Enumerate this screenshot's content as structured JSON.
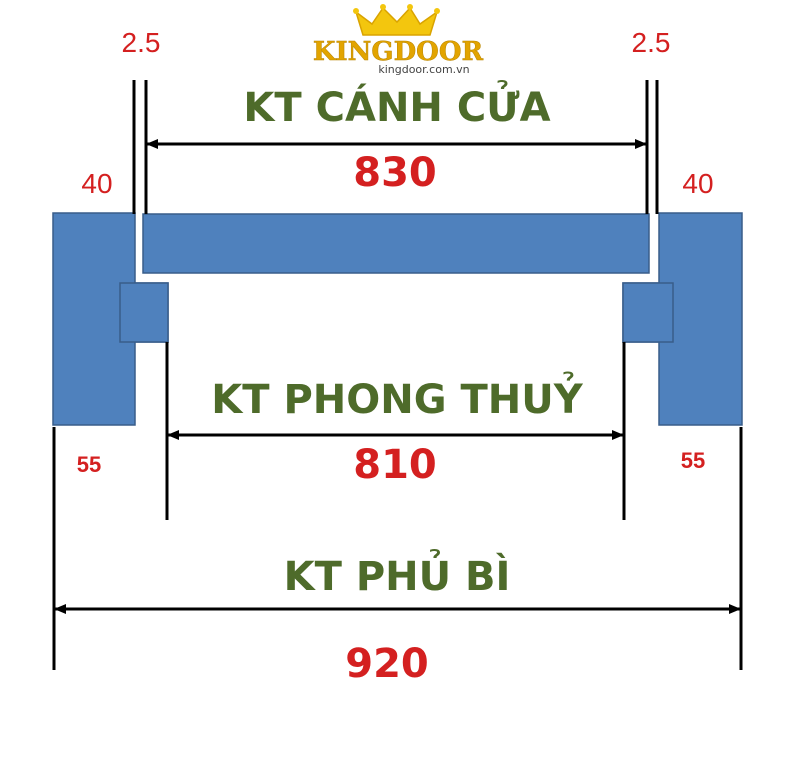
{
  "logo": {
    "brand": "KINGDOOR",
    "website": "kingdoor.com.vn",
    "colors": {
      "crown": "#f3c60e",
      "brand": "#e2a400",
      "website": "#444444"
    }
  },
  "colors": {
    "frame": "#4f81bd",
    "frame_stroke": "#385d8a",
    "label_green": "#4e6b2a",
    "label_red": "#d42020",
    "line": "#000000"
  },
  "labels": {
    "door_leaf": {
      "title": "KT CÁNH CỬA",
      "value": "830"
    },
    "feng_shui": {
      "title": "KT PHONG THUỶ",
      "value": "810"
    },
    "overall": {
      "title": "KT PHỦ BÌ",
      "value": "920"
    }
  },
  "dims": {
    "gap_left": "2.5",
    "gap_right": "2.5",
    "jamb_left": "40",
    "jamb_right": "40",
    "frame_left": "55",
    "frame_right": "55"
  }
}
